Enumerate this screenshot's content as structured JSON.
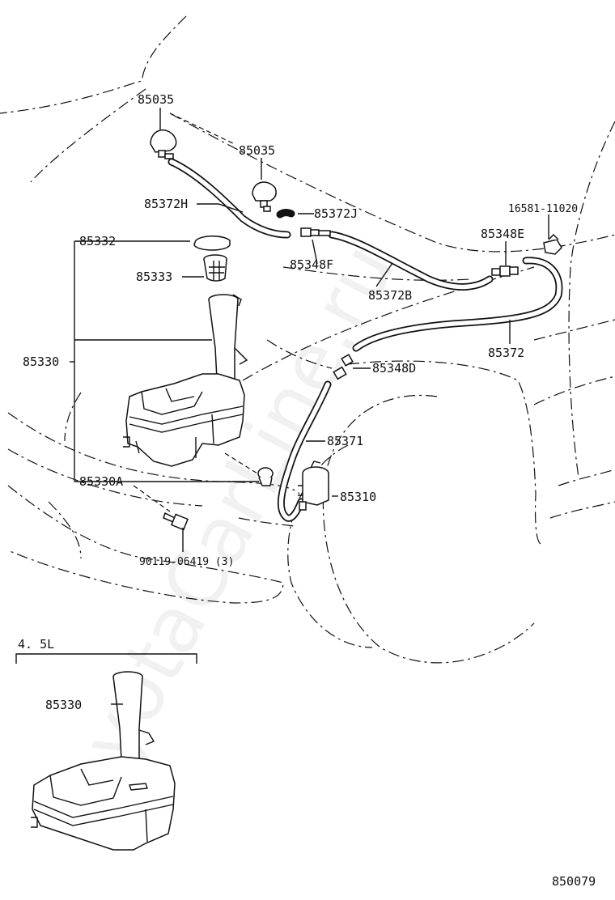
{
  "watermark": "ToyotaCarLine.ru",
  "figure_code": "850079",
  "inset_label": "4. 5L",
  "parts": {
    "p85035a": "85035",
    "p85035b": "85035",
    "p85372h": "85372H",
    "p85372j": "85372J",
    "p85348f": "85348F",
    "p16581": "16581-11020",
    "p85348e": "85348E",
    "p85332": "85332",
    "p85333": "85333",
    "p85372b": "85372B",
    "p85330": "85330",
    "p85372": "85372",
    "p85348d": "85348D",
    "p85371": "85371",
    "p85330a": "85330A",
    "p85310": "85310",
    "p90119": "90119-06419 (3)",
    "p85330_inset": "85330"
  }
}
